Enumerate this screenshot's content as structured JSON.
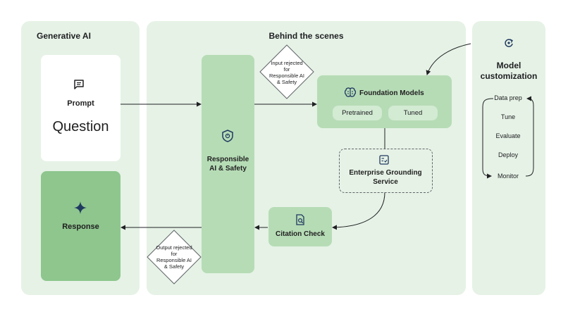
{
  "panels": {
    "generative_ai": "Generative AI",
    "behind_the_scenes": "Behind the scenes",
    "model_customization": "Model customization"
  },
  "nodes": {
    "prompt": {
      "title": "Prompt",
      "text": "Question"
    },
    "response": {
      "title": "Response"
    },
    "responsible_ai": {
      "title": "Responsible AI & Safety"
    },
    "foundation_models": {
      "title": "Foundation Models",
      "options": [
        "Pretrained",
        "Tuned"
      ]
    },
    "grounding": {
      "title": "Enterprise Grounding Service"
    },
    "citation": {
      "title": "Citation Check"
    }
  },
  "gates": {
    "input_rejected": "Input rejected for Responsible AI & Safety",
    "output_rejected": "Output rejected for Responsible AI & Safety"
  },
  "customization_steps": [
    "Data prep",
    "Tune",
    "Evaluate",
    "Deploy",
    "Monitor"
  ],
  "colors": {
    "panel_bg": "#e6f2e6",
    "box_mid": "#b6dcb6",
    "response_bg": "#8ec68e",
    "pill_bg": "#d3ead3",
    "icon": "#1f3a5f"
  }
}
